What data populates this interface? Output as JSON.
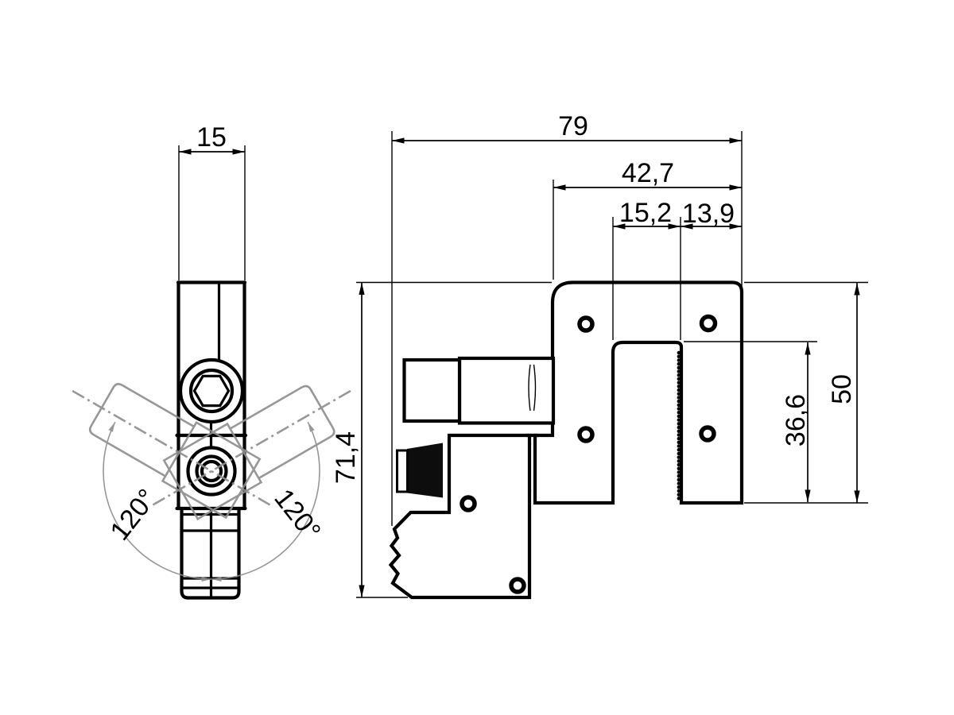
{
  "colors": {
    "line": "#000000",
    "overlay": "#8f8f8f",
    "background": "#ffffff"
  },
  "dims": {
    "side_width": "15",
    "overall_width": "79",
    "bracket_width": "42,7",
    "slot_width": "15,2",
    "leg_width": "13,9",
    "overall_height": "71,4",
    "slot_depth": "36,6",
    "bracket_height": "50",
    "swivel_angle_left": "120°",
    "swivel_angle_right": "120°"
  }
}
